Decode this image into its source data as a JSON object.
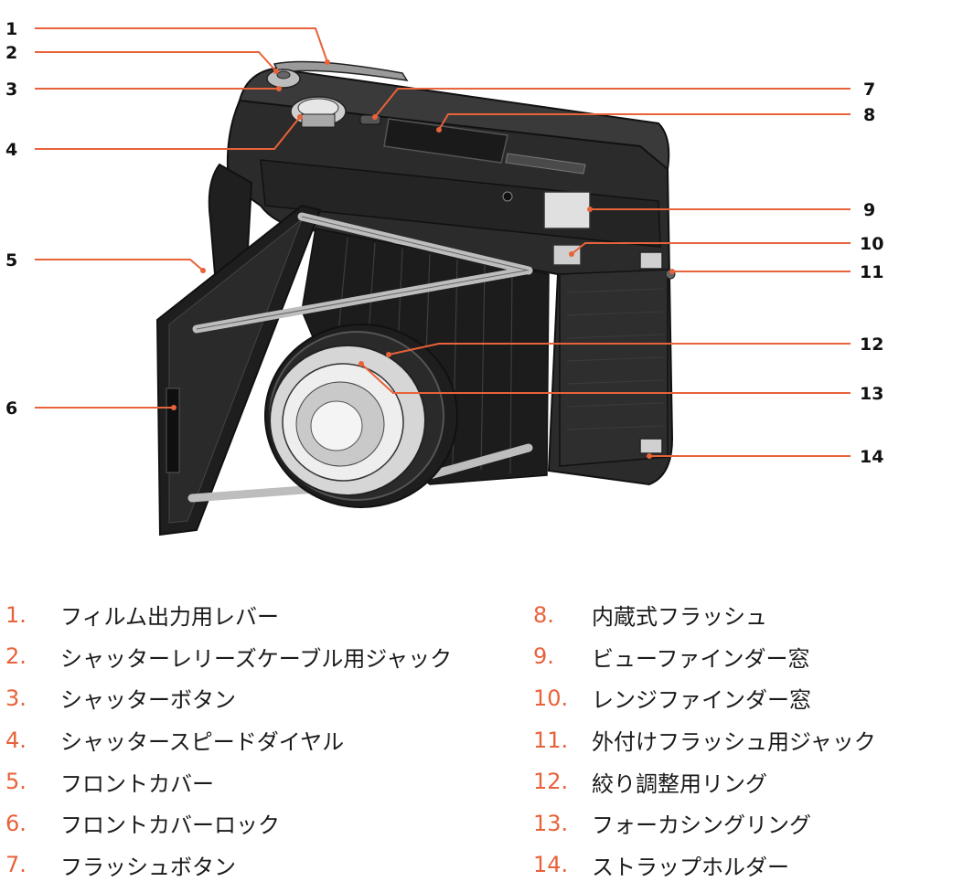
{
  "colors": {
    "accent": "#e8623a",
    "text": "#1a1a1a",
    "body": "#2b2b2b"
  },
  "callouts": [
    "1",
    "2",
    "3",
    "4",
    "5",
    "6",
    "7",
    "8",
    "9",
    "10",
    "11",
    "12",
    "13",
    "14"
  ],
  "legend": [
    {
      "num": "1.",
      "text": "フィルム出力用レバー"
    },
    {
      "num": "2.",
      "text": "シャッターレリーズケーブル用ジャック"
    },
    {
      "num": "3.",
      "text": "シャッターボタン"
    },
    {
      "num": "4.",
      "text": "シャッタースピードダイヤル"
    },
    {
      "num": "5.",
      "text": "フロントカバー"
    },
    {
      "num": "6.",
      "text": "フロントカバーロック"
    },
    {
      "num": "7.",
      "text": "フラッシュボタン"
    },
    {
      "num": "8.",
      "text": "内蔵式フラッシュ"
    },
    {
      "num": "9.",
      "text": "ビューファインダー窓"
    },
    {
      "num": "10.",
      "text": "レンジファインダー窓"
    },
    {
      "num": "11.",
      "text": "外付けフラッシュ用ジャック"
    },
    {
      "num": "12.",
      "text": "絞り調整用リング"
    },
    {
      "num": "13.",
      "text": "フォーカシングリング"
    },
    {
      "num": "14.",
      "text": "ストラップホルダー"
    }
  ]
}
